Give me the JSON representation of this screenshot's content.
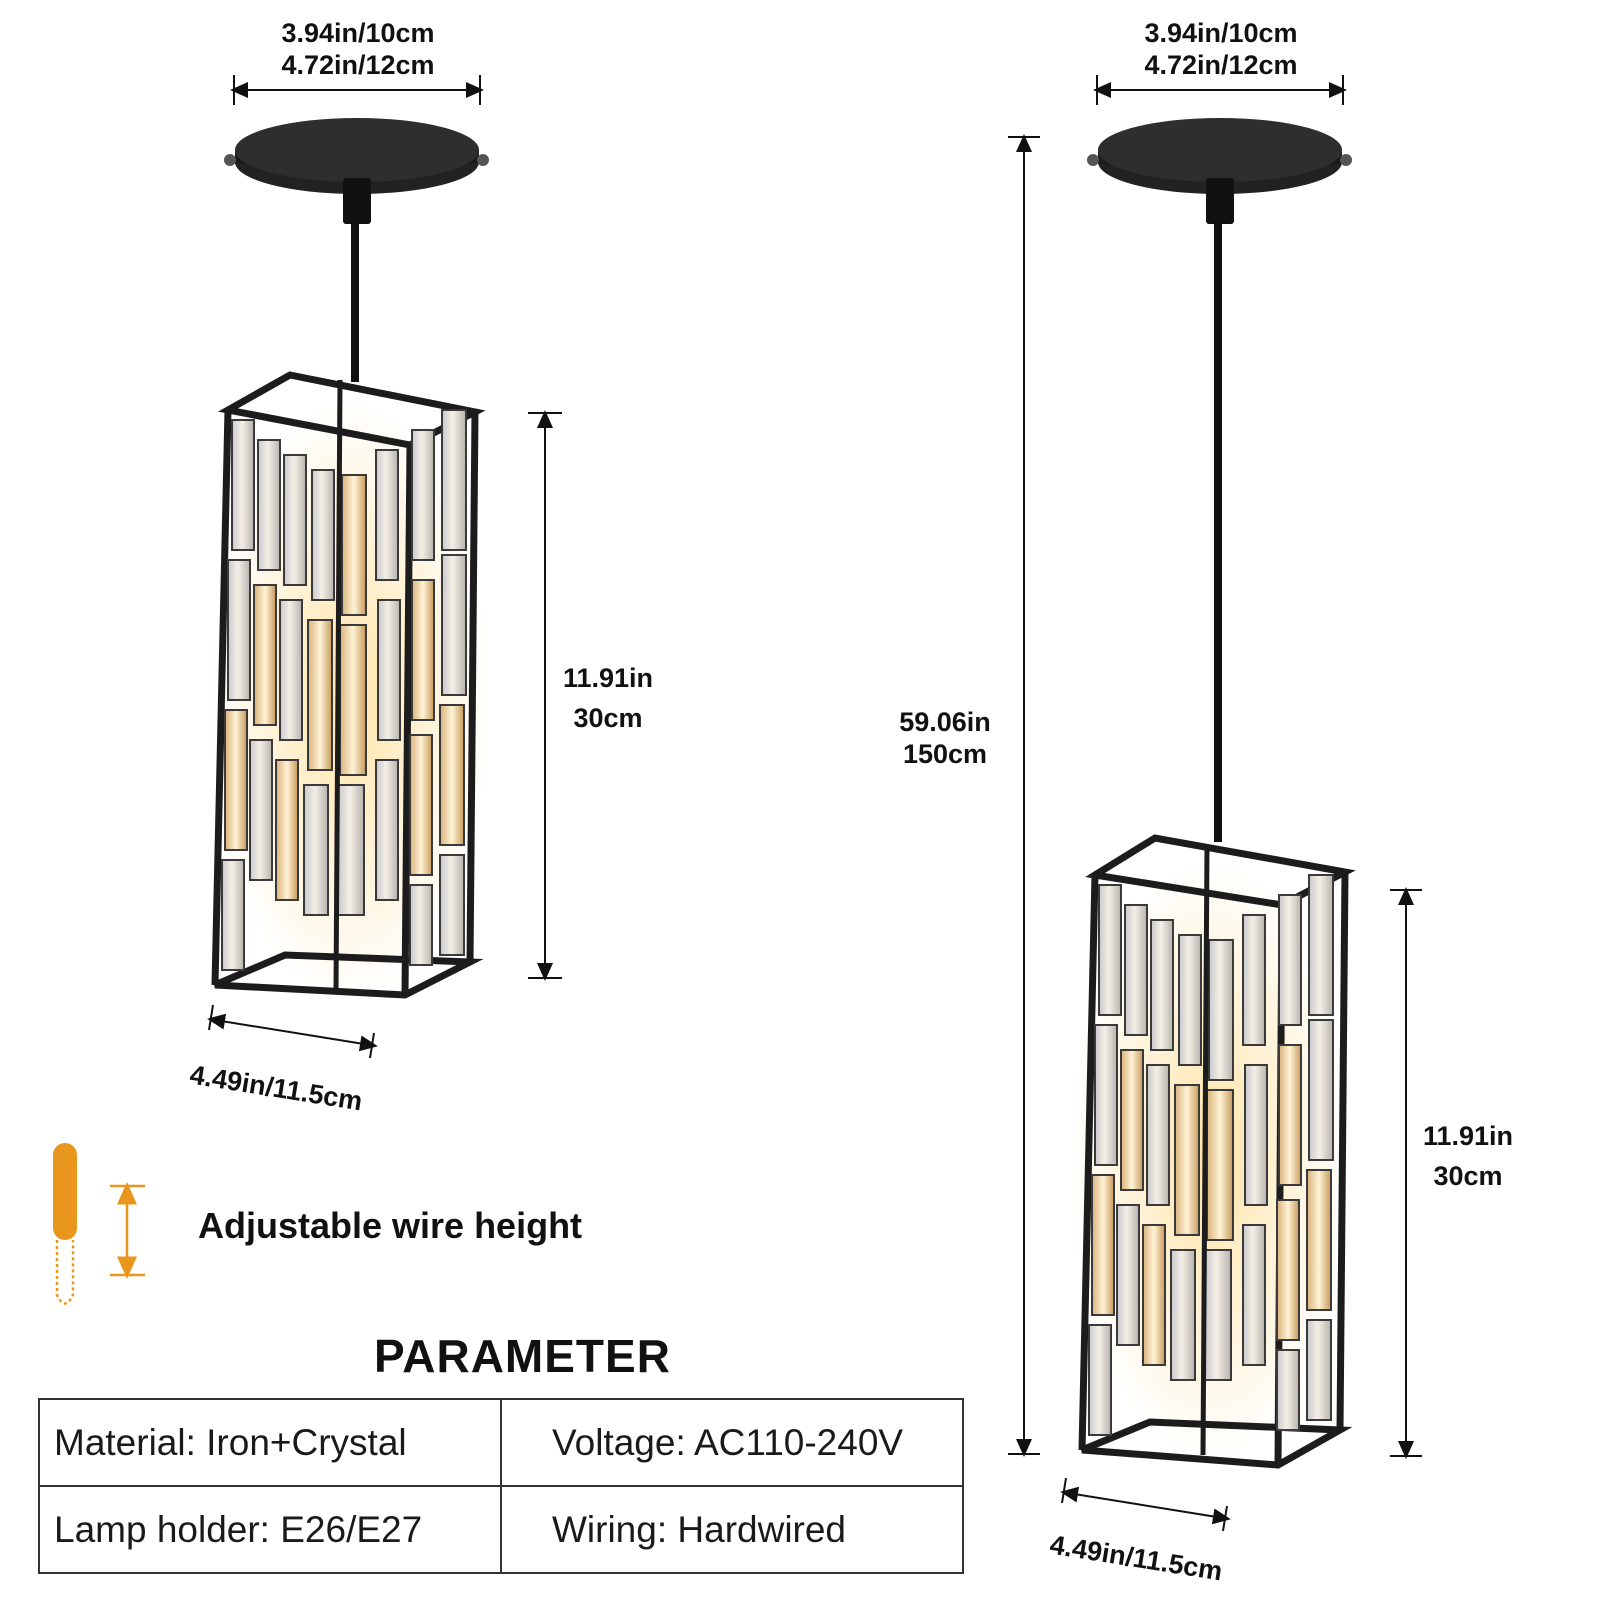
{
  "left_lamp": {
    "canopy_dim_line1": "3.94in/10cm",
    "canopy_dim_line2": "4.72in/12cm",
    "body_height_in": "11.91in",
    "body_height_cm": "30cm",
    "body_width": "4.49in/11.5cm"
  },
  "right_lamp": {
    "canopy_dim_line1": "3.94in/10cm",
    "canopy_dim_line2": "4.72in/12cm",
    "total_height_in": "59.06in",
    "total_height_cm": "150cm",
    "body_height_in": "11.91in",
    "body_height_cm": "30cm",
    "body_width": "4.49in/11.5cm"
  },
  "adjustable": {
    "label": "Adjustable wire height",
    "accent_color": "#e8961e"
  },
  "parameter": {
    "title": "PARAMETER",
    "rows": [
      {
        "left": "Material: Iron+Crystal",
        "right": "Voltage: AC110-240V"
      },
      {
        "left": "Lamp holder: E26/E27",
        "right": "Wiring: Hardwired"
      }
    ]
  }
}
